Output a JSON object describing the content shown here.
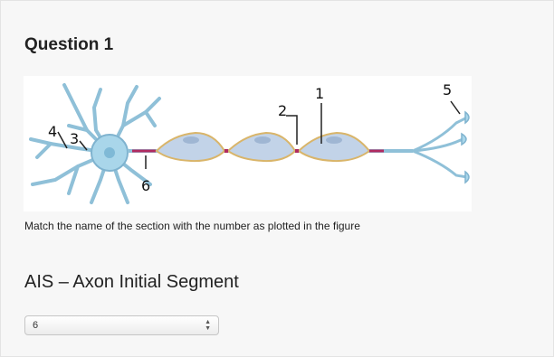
{
  "question": {
    "title": "Question 1",
    "instruction": "Match the name of the section with the number as plotted in the figure"
  },
  "figure": {
    "labels": [
      "1",
      "2",
      "3",
      "4",
      "5",
      "6"
    ],
    "colors": {
      "soma": "#a9d6ea",
      "axon": "#8fc0d8",
      "myelin_fill": "#c2d3e8",
      "myelin_border": "#d9b56a",
      "node": "#b02a60"
    }
  },
  "item": {
    "heading": "AIS – Axon Initial Segment",
    "select_value": "6",
    "arrows_icon": "up-down-arrows-icon"
  }
}
